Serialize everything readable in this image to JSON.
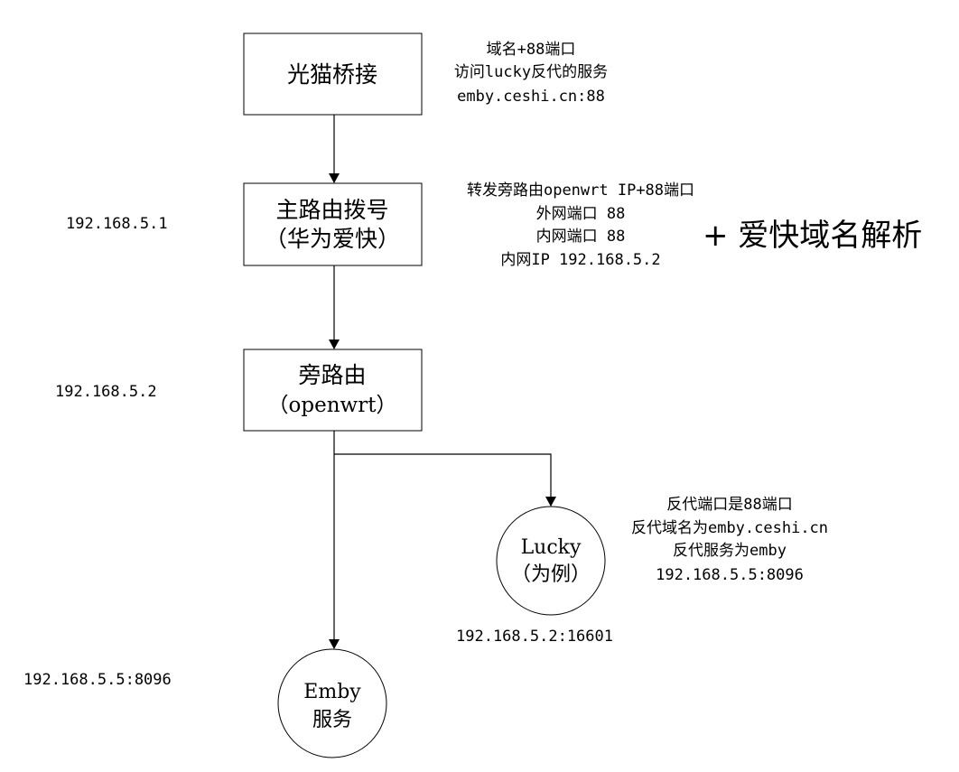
{
  "nodes": {
    "modem": {
      "label": "光猫桥接"
    },
    "main_router": {
      "line1": "主路由拨号",
      "line2": "（华为爱快）",
      "ip": "192.168.5.1"
    },
    "side_router": {
      "line1": "旁路由",
      "line2": "（openwrt）",
      "ip": "192.168.5.2"
    },
    "lucky": {
      "line1": "Lucky",
      "line2": "（为例）",
      "ip": "192.168.5.2:16601"
    },
    "emby": {
      "line1": "Emby",
      "line2": "服务",
      "ip": "192.168.5.5:8096"
    }
  },
  "notes": {
    "modem": [
      "域名+88端口",
      "访问lucky反代的服务",
      "emby.ceshi.cn:88"
    ],
    "main_router": [
      "转发旁路由openwrt IP+88端口",
      "外网端口 88",
      "内网端口 88",
      "内网IP 192.168.5.2"
    ],
    "main_router_extra": "+ 爱快域名解析",
    "lucky": [
      "反代端口是88端口",
      "反代域名为emby.ceshi.cn",
      "反代服务为emby",
      "192.168.5.5:8096"
    ]
  }
}
